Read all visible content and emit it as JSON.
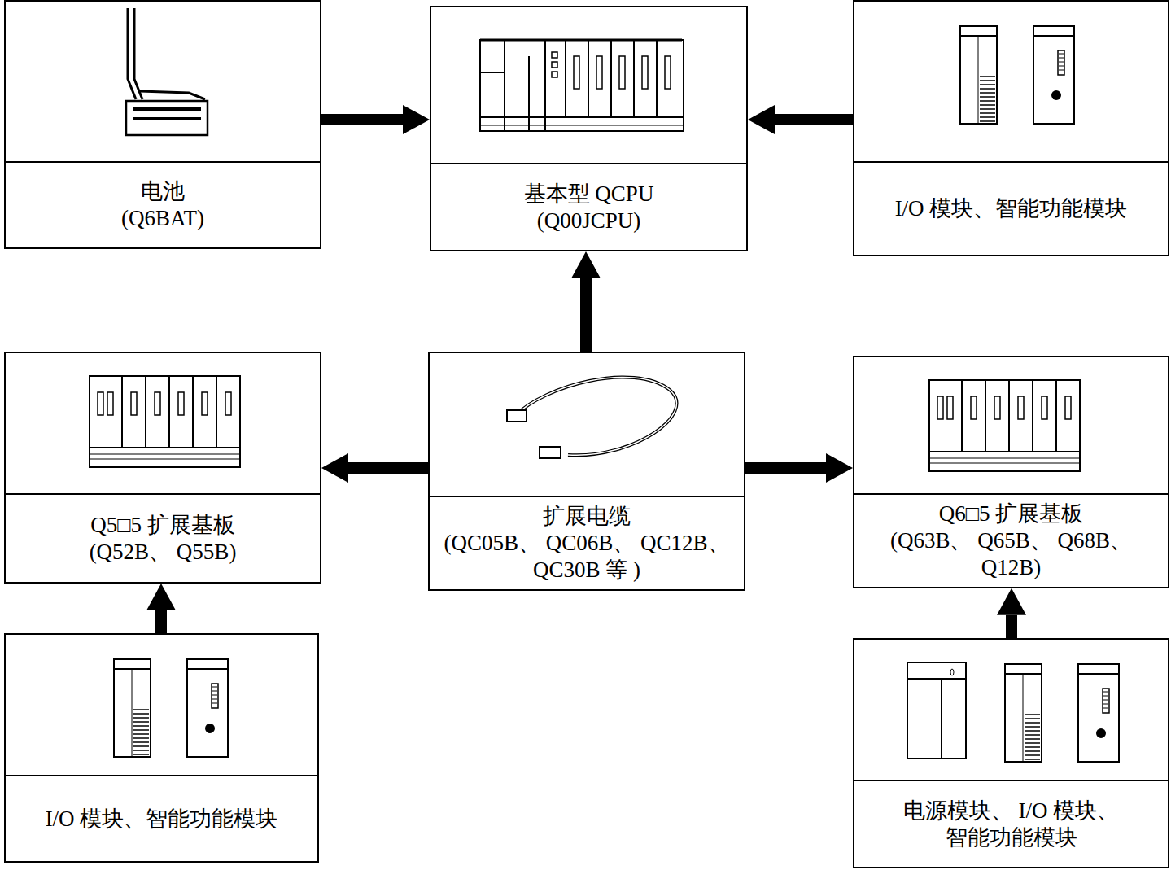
{
  "diagram": {
    "nodes": [
      {
        "text": [
          "电池",
          "(Q6BAT)"
        ]
      },
      {
        "text": [
          "基本型 QCPU",
          "(Q00JCPU)"
        ]
      },
      {
        "text": [
          "I/O 模块、智能功能模块"
        ]
      },
      {
        "text": [
          "Q5□5 扩展基板",
          "(Q52B、 Q55B)"
        ]
      },
      {
        "text": [
          "扩展电缆",
          "(QC05B、 QC06B、 QC12B、 QC30B 等 )"
        ]
      },
      {
        "text": [
          "Q6□5 扩展基板",
          "(Q63B、 Q65B、 Q68B、 Q12B)"
        ]
      },
      {
        "text": [
          "I/O 模块、智能功能模块"
        ]
      },
      {
        "text": [
          "电源模块、 I/O 模块、 智能功能模块"
        ]
      }
    ],
    "edges": [
      {
        "from": 0,
        "to": 1,
        "arrow": "to"
      },
      {
        "from": 2,
        "to": 1,
        "arrow": "to"
      },
      {
        "from": 4,
        "to": 1,
        "arrow": "to"
      },
      {
        "from": 4,
        "to": 3,
        "arrow": "to"
      },
      {
        "from": 4,
        "to": 5,
        "arrow": "to"
      },
      {
        "from": 6,
        "to": 3,
        "arrow": "to"
      },
      {
        "from": 7,
        "to": 5,
        "arrow": "to"
      }
    ]
  }
}
